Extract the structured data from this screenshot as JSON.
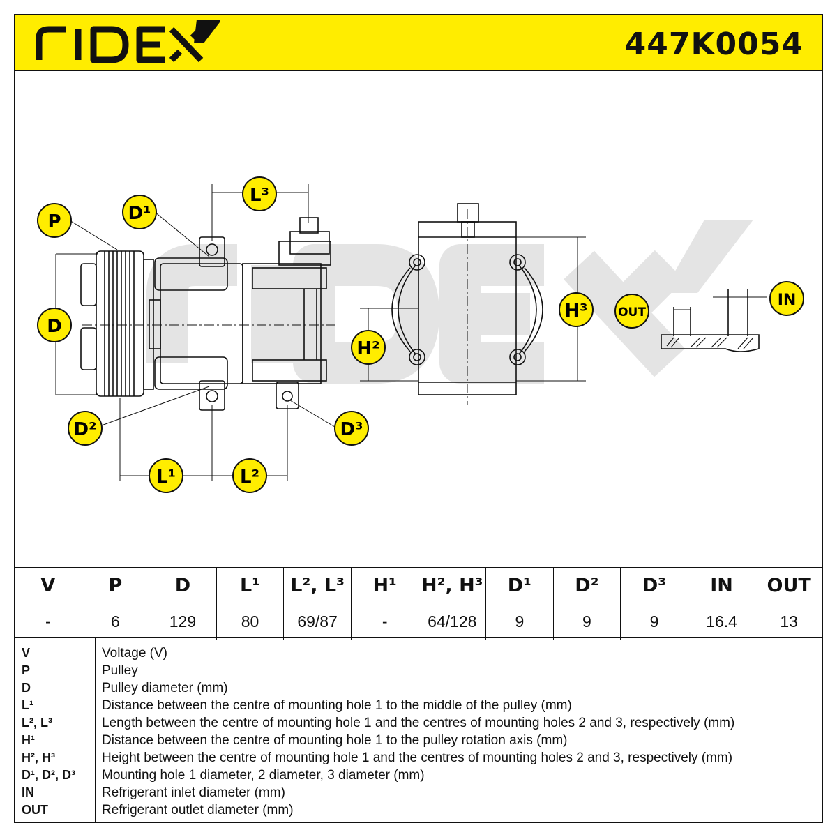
{
  "brand": "RIDEX",
  "part_number": "447K0054",
  "colors": {
    "accent_yellow": "#ffed00",
    "line": "#111111",
    "watermark": "#e4e4e4"
  },
  "diagram_labels": {
    "P": "P",
    "D": "D",
    "D1": "D¹",
    "D2": "D²",
    "D3": "D³",
    "L1": "L¹",
    "L2": "L²",
    "L3": "L³",
    "H2": "H²",
    "H3": "H³",
    "IN": "IN",
    "OUT": "OUT"
  },
  "spec_table": {
    "headers": [
      "V",
      "P",
      "D",
      "L¹",
      "L², L³",
      "H¹",
      "H², H³",
      "D¹",
      "D²",
      "D³",
      "IN",
      "OUT"
    ],
    "values": [
      "-",
      "6",
      "129",
      "80",
      "69/87",
      "-",
      "64/128",
      "9",
      "9",
      "9",
      "16.4",
      "13"
    ]
  },
  "legend": [
    {
      "key": "V",
      "text": "Voltage (V)"
    },
    {
      "key": "P",
      "text": "Pulley"
    },
    {
      "key": "D",
      "text": "Pulley diameter (mm)"
    },
    {
      "key": "L¹",
      "text": "Distance between the centre of mounting hole 1 to the middle of the pulley (mm)"
    },
    {
      "key": "L², L³",
      "text": "Length between the centre of mounting hole 1 and the centres of mounting holes 2 and 3, respectively (mm)"
    },
    {
      "key": "H¹",
      "text": "Distance between the centre of mounting hole 1 to the pulley rotation axis (mm)"
    },
    {
      "key": "H², H³",
      "text": "Height between the centre of mounting hole 1 and the centres of mounting holes 2 and 3, respectively (mm)"
    },
    {
      "key": "D¹, D², D³",
      "text": "Mounting hole 1 diameter, 2 diameter, 3 diameter (mm)"
    },
    {
      "key": "IN",
      "text": "Refrigerant inlet diameter (mm)"
    },
    {
      "key": "OUT",
      "text": "Refrigerant outlet diameter (mm)"
    }
  ]
}
